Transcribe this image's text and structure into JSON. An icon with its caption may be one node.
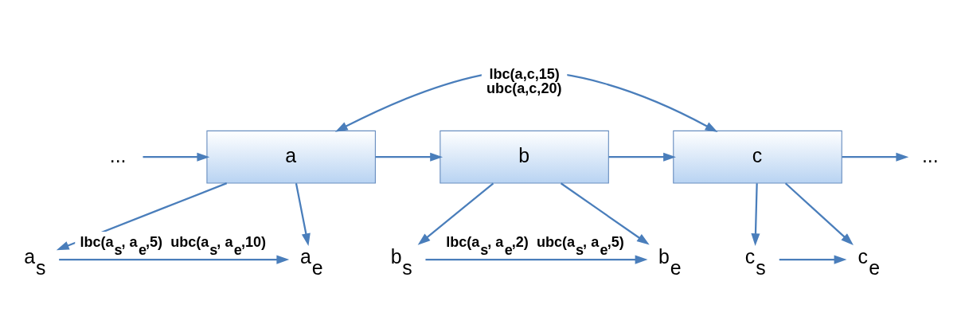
{
  "diagram": {
    "nodes": [
      {
        "text": [
          "..."
        ]
      },
      {
        "text": [
          "a"
        ]
      },
      {
        "text": [
          "b"
        ]
      },
      {
        "text": [
          "c"
        ]
      },
      {
        "text": [
          "..."
        ]
      },
      {
        "text": [
          "a$_{s}$"
        ]
      },
      {
        "text": [
          "a$_{e}$"
        ]
      },
      {
        "text": [
          "b$_{s}$"
        ]
      },
      {
        "text": [
          "b$_{e}$"
        ]
      },
      {
        "text": [
          "c$_{s}$"
        ]
      },
      {
        "text": [
          "c$_{e}$"
        ]
      }
    ],
    "edges": [
      {
        "from": 0,
        "to": 1,
        "arrow": "to"
      },
      {
        "from": 1,
        "to": 2,
        "arrow": "to"
      },
      {
        "from": 2,
        "to": 3,
        "arrow": "to"
      },
      {
        "from": 3,
        "to": 4,
        "arrow": "to"
      },
      {
        "from": 1,
        "to": 3,
        "arrow": "both",
        "label": "lbc(a,c,15) ubc(a,c,20)"
      },
      {
        "from": 1,
        "to": 5,
        "arrow": "to"
      },
      {
        "from": 1,
        "to": 6,
        "arrow": "to"
      },
      {
        "from": 2,
        "to": 7,
        "arrow": "to"
      },
      {
        "from": 2,
        "to": 8,
        "arrow": "to"
      },
      {
        "from": 3,
        "to": 9,
        "arrow": "to"
      },
      {
        "from": 3,
        "to": 10,
        "arrow": "to"
      },
      {
        "from": 5,
        "to": 6,
        "arrow": "to",
        "label": "lbc(a$_{s}$, a$_{e}$,5)  ubc(a$_{s}$, a$_{e}$,10)"
      },
      {
        "from": 7,
        "to": 8,
        "arrow": "to",
        "label": "lbc(a$_{s}$, a$_{e}$,2)  ubc(a$_{s}$, a$_{e}$,5)"
      },
      {
        "from": 9,
        "to": 10,
        "arrow": "to"
      }
    ]
  }
}
